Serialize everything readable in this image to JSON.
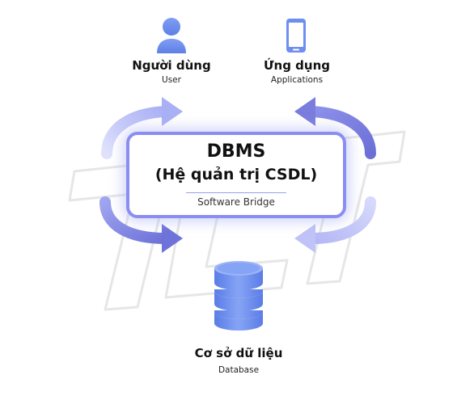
{
  "nodes": {
    "user": {
      "icon": "user-icon",
      "label": "Người dùng",
      "sublabel": "User"
    },
    "application": {
      "icon": "smartphone-icon",
      "label": "Ứng dụng",
      "sublabel": "Applications"
    },
    "database": {
      "icon": "database-icon",
      "label": "Cơ sở dữ liệu",
      "sublabel": "Database"
    }
  },
  "dbms": {
    "title": "DBMS",
    "subtitle": "(Hệ quản trị CSDL)",
    "caption": "Software Bridge"
  },
  "watermark": {
    "text": "TLT"
  },
  "colors": {
    "accent": "#8a8ef0",
    "arrow_light": "#c9cdfa",
    "arrow_dark": "#6f72d8",
    "icon_blue": "#6e8ff0"
  }
}
